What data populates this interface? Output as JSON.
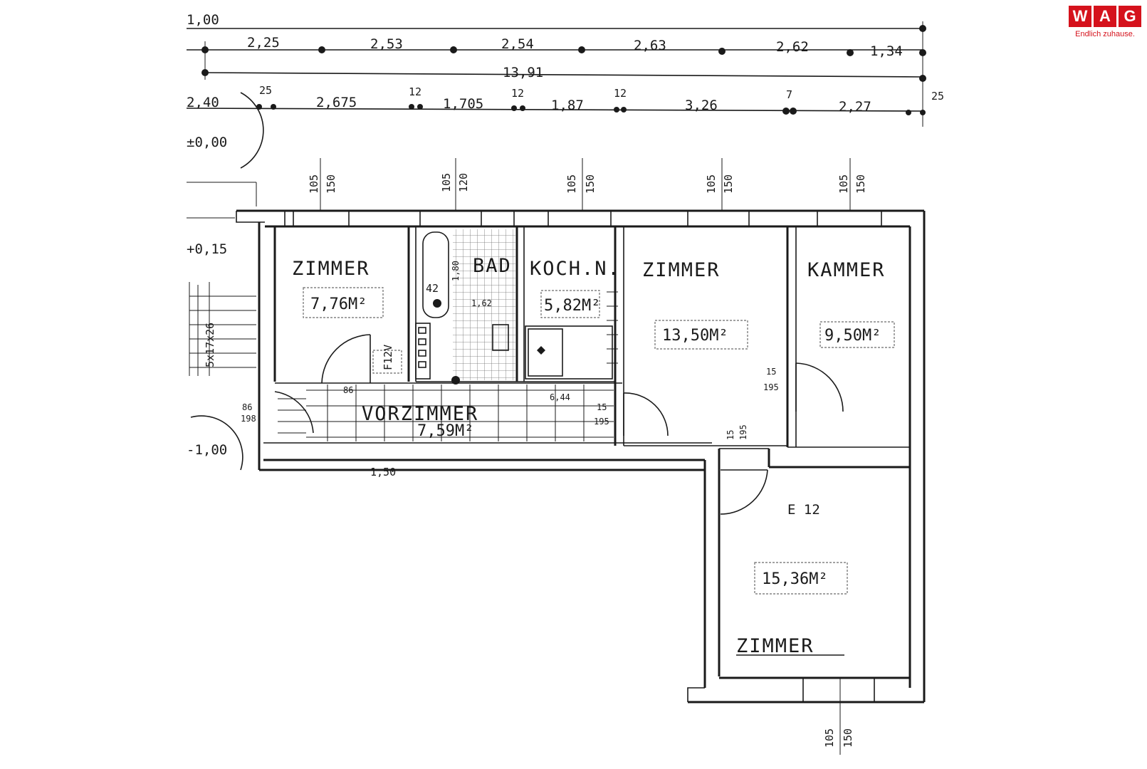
{
  "brand": {
    "logo_letters": [
      "W",
      "A",
      "G"
    ],
    "slogan": "Endlich zuhause.",
    "color": "#d5121c"
  },
  "plan": {
    "rooms": [
      {
        "id": "zimmer-1",
        "name": "ZIMMER",
        "area": "7,76M²"
      },
      {
        "id": "bad",
        "name": "BAD",
        "area": ""
      },
      {
        "id": "kochnische",
        "name": "KOCH.N.",
        "area": "5,82M²"
      },
      {
        "id": "zimmer-2",
        "name": "ZIMMER",
        "area": "13,50M²"
      },
      {
        "id": "kammer",
        "name": "KAMMER",
        "area": "9,50M²"
      },
      {
        "id": "vorzimmer",
        "name": "VORZIMMER",
        "area": "7,59M²"
      },
      {
        "id": "zimmer-3",
        "name": "ZIMMER",
        "area": "15,36M²"
      }
    ],
    "unit_label": "E 12",
    "total_length": "13,91",
    "top_dimensions": [
      "2,25",
      "2,53",
      "2,54",
      "2,63",
      "2,62",
      "1,34"
    ],
    "mid_dimensions": [
      "2,40",
      "25",
      "2,675",
      "12",
      "1,705",
      "12",
      "1,87",
      "12",
      "3,26",
      "7",
      "2,27",
      "25"
    ],
    "level_marks": [
      "1,00",
      "±0,00",
      "+0,15",
      "-1,00"
    ],
    "window_marks": {
      "sill": "105",
      "height": "150",
      "alt_height": "120"
    },
    "misc_labels": {
      "bath_dim": "42",
      "bath_h1": "1,80",
      "bath_h2": "1,62",
      "stair": "5x17x26",
      "chimney": "F12V",
      "door_upper": "15",
      "door_lower": "195",
      "door_alt_upper": "86",
      "door_alt_lower": "198",
      "hall_dim": "6,44",
      "corr_dim": "1,50"
    }
  }
}
